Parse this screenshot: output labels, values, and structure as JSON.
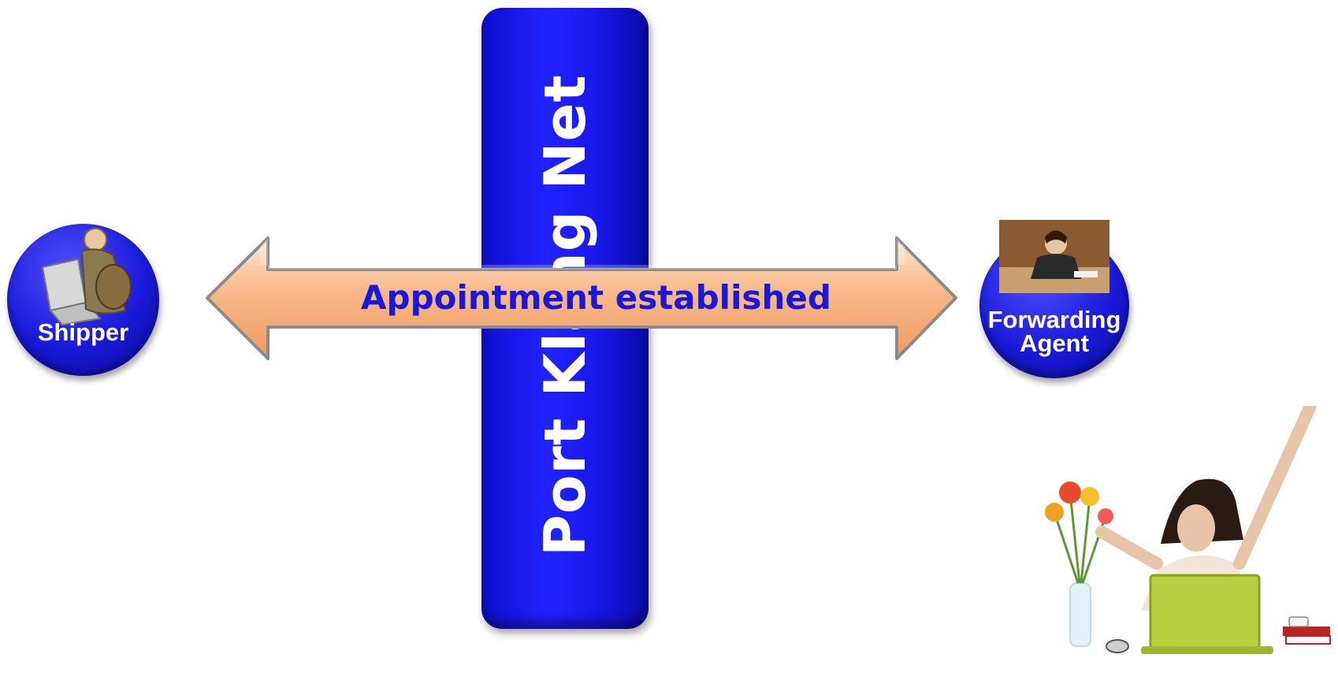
{
  "diagram": {
    "central_bar_label": "Port Klang Net",
    "arrow_label": "Appointment established",
    "left_node": {
      "label": "Shipper"
    },
    "right_node": {
      "label_line1": "Forwarding",
      "label_line2": "Agent"
    }
  },
  "colors": {
    "node_blue": "#1a1ad8",
    "bar_blue": "#1818e8",
    "arrow_fill": "#f6b080",
    "arrow_text": "#1818d8"
  }
}
